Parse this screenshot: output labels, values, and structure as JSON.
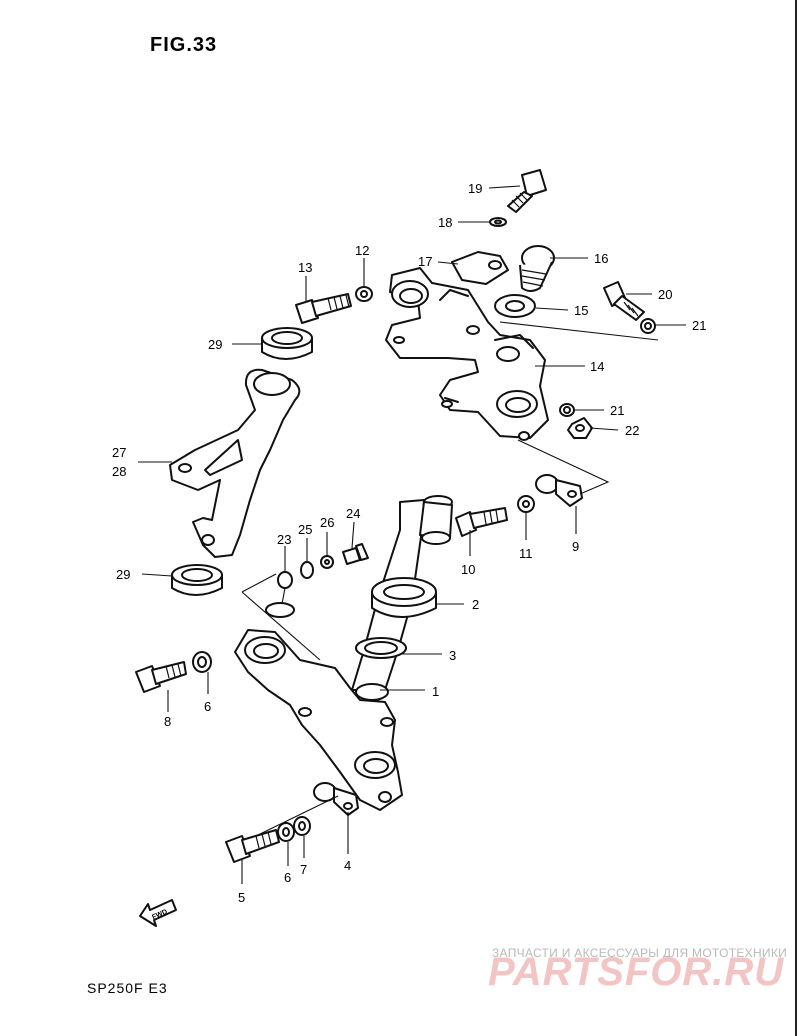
{
  "figure": {
    "title": "FIG.33",
    "model": "SP250F E3"
  },
  "fwd_arrow": {
    "label": "FWD"
  },
  "watermark": {
    "tagline": "ЗАПЧАСТИ И АКСЕССУАРЫ ДЛЯ МОТОТЕХНИКИ",
    "brand": "PARTSFOR.RU"
  },
  "callouts": {
    "c1": "1",
    "c2": "2",
    "c3": "3",
    "c4": "4",
    "c5": "5",
    "c6a": "6",
    "c6b": "6",
    "c7": "7",
    "c8": "8",
    "c9": "9",
    "c10": "10",
    "c11": "11",
    "c12": "12",
    "c13": "13",
    "c14": "14",
    "c15": "15",
    "c16": "16",
    "c17": "17",
    "c18": "18",
    "c19": "19",
    "c20": "20",
    "c21a": "21",
    "c21b": "21",
    "c22": "22",
    "c23": "23",
    "c24": "24",
    "c25": "25",
    "c26": "26",
    "c27": "27",
    "c28": "28",
    "c29a": "29",
    "c29b": "29"
  },
  "colors": {
    "line": "#111111",
    "watermark_brand": "#f3c4c4",
    "watermark_tag": "#b9b9b9"
  }
}
